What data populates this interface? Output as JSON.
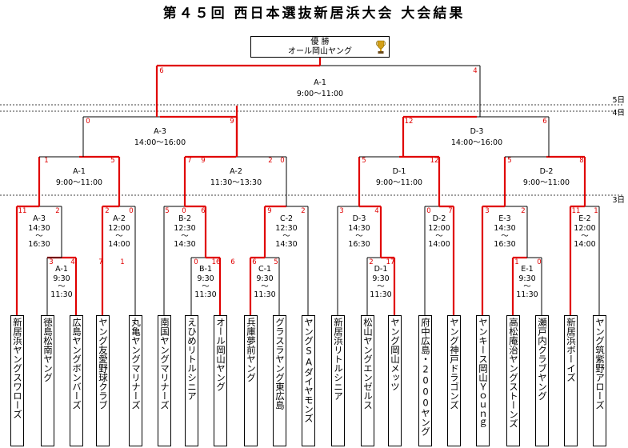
{
  "title": "第４５回 西日本選抜新居浜大会 大会結果",
  "champion": {
    "label": "優 勝",
    "team": "オール岡山ヤング"
  },
  "days": {
    "d5": "5日",
    "d4": "4日",
    "d3": "3日"
  },
  "teams": [
    "新居浜ヤングスワローズ",
    "徳島松南ヤング",
    "広島ヤングボンバーズ",
    "ヤング友愛野球クラブ",
    "丸亀ヤングマリナーズ",
    "南国ヤングマリナーズ",
    "えひめリトルシニア",
    "オール岡山ヤング",
    "兵庫夢前ヤング",
    "グラスラヤング東広島",
    "ヤングSAダイヤモンズ",
    "新居浜リトルシニア",
    "松山ヤングエンゼルス",
    "ヤング岡山メッツ",
    "府中広島・2000ヤング",
    "ヤング神戸ドラゴンズ",
    "ヤンキース岡山Ｙｏｕｎｇ",
    "高松庵治ヤングストーンズ",
    "瀬戸内クラブヤング",
    "新居浜ボーイズ",
    "ヤング筑紫野アローズ"
  ],
  "matches": [
    {
      "id": "A-1",
      "time": "9:30",
      "tilde": "～",
      "end": "11:30",
      "scores": [
        "3",
        "4"
      ]
    },
    {
      "id": "B-1",
      "time": "9:30",
      "tilde": "～",
      "end": "11:30",
      "scores": [
        "0",
        "16"
      ]
    },
    {
      "id": "C-1",
      "time": "9:30",
      "tilde": "～",
      "end": "11:30",
      "scores": [
        "6",
        "5"
      ]
    },
    {
      "id": "D-1",
      "time": "9:30",
      "tilde": "～",
      "end": "11:30",
      "scores": [
        "2",
        "17"
      ]
    },
    {
      "id": "E-1",
      "time": "9:30",
      "tilde": "～",
      "end": "11:30",
      "scores": [
        "1",
        "0"
      ]
    },
    {
      "id": "A-3",
      "time": "14:30",
      "tilde": "～",
      "end": "16:30",
      "scores": [
        "11",
        "2"
      ]
    },
    {
      "id": "A-2",
      "time": "12:00",
      "tilde": "～",
      "end": "14:00",
      "scores": [
        "2",
        "0"
      ]
    },
    {
      "id": "B-2",
      "time": "12:30",
      "tilde": "～",
      "end": "14:30",
      "scores": [
        "5",
        "0"
      ]
    },
    {
      "id": "C-2",
      "time": "12:30",
      "tilde": "～",
      "end": "14:30",
      "scores": [
        "9",
        "2"
      ]
    },
    {
      "id": "D-3",
      "time": "14:30",
      "tilde": "～",
      "end": "16:30",
      "scores": [
        "3",
        "4"
      ]
    },
    {
      "id": "D-2",
      "time": "12:00",
      "tilde": "～",
      "end": "14:00",
      "scores": [
        "0",
        "7"
      ]
    },
    {
      "id": "E-3",
      "time": "14:30",
      "tilde": "～",
      "end": "16:30",
      "scores": [
        "3",
        "2"
      ]
    },
    {
      "id": "E-2",
      "time": "12:00",
      "tilde": "～",
      "end": "14:00",
      "scores": [
        "11",
        "1"
      ]
    },
    {
      "id": "A-1",
      "time": "9:00～11:00",
      "scores": [
        "1",
        "5"
      ]
    },
    {
      "id": "A-2",
      "time": "11:30～13:30",
      "scores": [
        "7",
        "9",
        "2",
        "0"
      ]
    },
    {
      "id": "D-1",
      "time": "9:00～11:00",
      "scores": [
        "5",
        "12"
      ]
    },
    {
      "id": "D-2",
      "time": "9:00～11:00",
      "scores": [
        "5",
        "8"
      ]
    },
    {
      "id": "A-3",
      "time": "14:00～16:00",
      "scores": [
        "0",
        "9"
      ]
    },
    {
      "id": "D-3",
      "time": "14:00～16:00",
      "scores": [
        "12",
        "6"
      ]
    },
    {
      "id": "A-1",
      "time": "9:00～11:00",
      "scores": [
        "6",
        "4"
      ]
    }
  ],
  "extra_scores": {
    "a1_left": "7",
    "a1_right": "1",
    "b1_right": "6",
    "b2_right": "6"
  },
  "colors": {
    "win": "#e00000",
    "line": "#000000"
  }
}
